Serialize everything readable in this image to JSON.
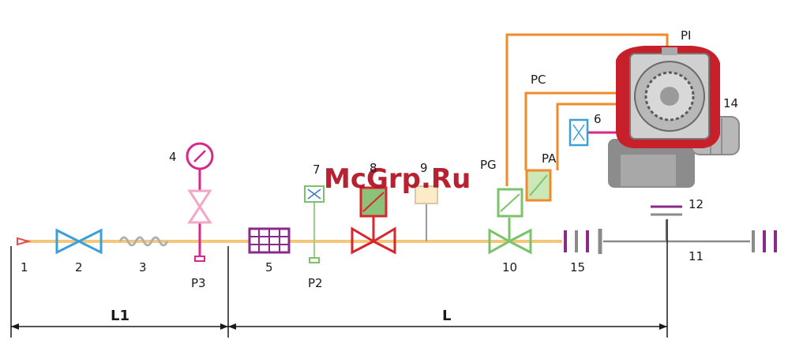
{
  "watermark": "McGrp.Ru",
  "labels": {
    "n1": "1",
    "n2": "2",
    "n3": "3",
    "n4": "4",
    "n5": "5",
    "n6": "6",
    "n7": "7",
    "n8": "8",
    "n9": "9",
    "n10": "10",
    "n11": "11",
    "n12": "12",
    "n14": "14",
    "n15": "15",
    "p2": "P2",
    "p3": "P3",
    "pg": "PG",
    "pa": "PA",
    "pc": "PC",
    "pi": "PI"
  },
  "dimensions": {
    "l1": "L1",
    "l": "L"
  },
  "colors": {
    "gas_line": "#f5c77a",
    "impulse_line": "#f08a2a",
    "valve_blue": "#3aa0dc",
    "gauge_magenta": "#d8268a",
    "pink_valve": "#f4a6c8",
    "filter_purple": "#8a2a8a",
    "solenoid_red": "#d8262e",
    "valve_green": "#7ac36a",
    "burner_red": "#c8202a"
  }
}
